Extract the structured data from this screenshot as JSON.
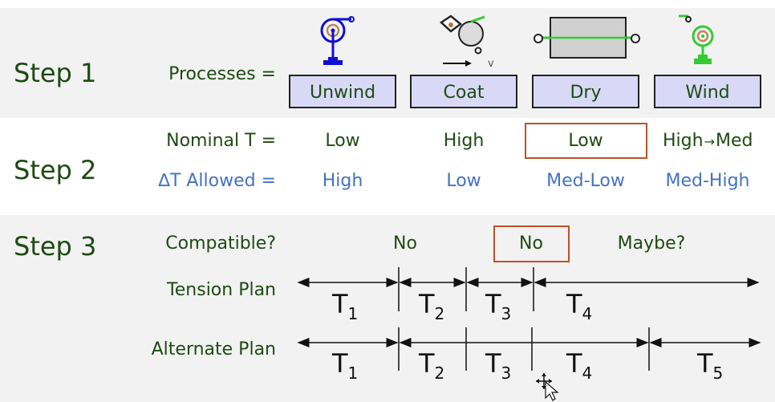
{
  "step1": {
    "title": "Step 1",
    "label": "Processes =",
    "processes": [
      "Unwind",
      "Coat",
      "Dry",
      "Wind"
    ],
    "coat_icon_text": "v"
  },
  "step2": {
    "title": "Step 2",
    "nominal_label": "Nominal T =",
    "nominal": [
      "Low",
      "High",
      "Low",
      "High",
      "Med"
    ],
    "allowed_label": "∆T Allowed =",
    "allowed": [
      "High",
      "Low",
      "Med-Low",
      "Med-High"
    ]
  },
  "step3": {
    "title": "Step 3",
    "compatible_label": "Compatible?",
    "compatible": [
      "No",
      "No",
      "Maybe?"
    ],
    "tension_label": "Tension Plan",
    "tension_segments": [
      {
        "letter": "T",
        "sub": "1"
      },
      {
        "letter": "T",
        "sub": "2"
      },
      {
        "letter": "T",
        "sub": "3"
      },
      {
        "letter": "T",
        "sub": "4"
      }
    ],
    "alternate_label": "Alternate Plan",
    "alternate_segments": [
      {
        "letter": "T",
        "sub": "1"
      },
      {
        "letter": "T",
        "sub": "2"
      },
      {
        "letter": "T",
        "sub": "3"
      },
      {
        "letter": "T",
        "sub": "4"
      },
      {
        "letter": "T",
        "sub": "5"
      }
    ]
  },
  "colors": {
    "band": "#f2f2f2",
    "green_text": "#1e4a12",
    "blue_text": "#4472c4",
    "process_box": "#d9d9f7",
    "highlight": "#c0502a",
    "unwind_icon": "#1010d0",
    "wind_icon": "#33cc33"
  },
  "icons": [
    "unwind-roll-icon",
    "coater-icon",
    "dryer-icon",
    "winder-roll-icon",
    "move-cursor-icon"
  ]
}
